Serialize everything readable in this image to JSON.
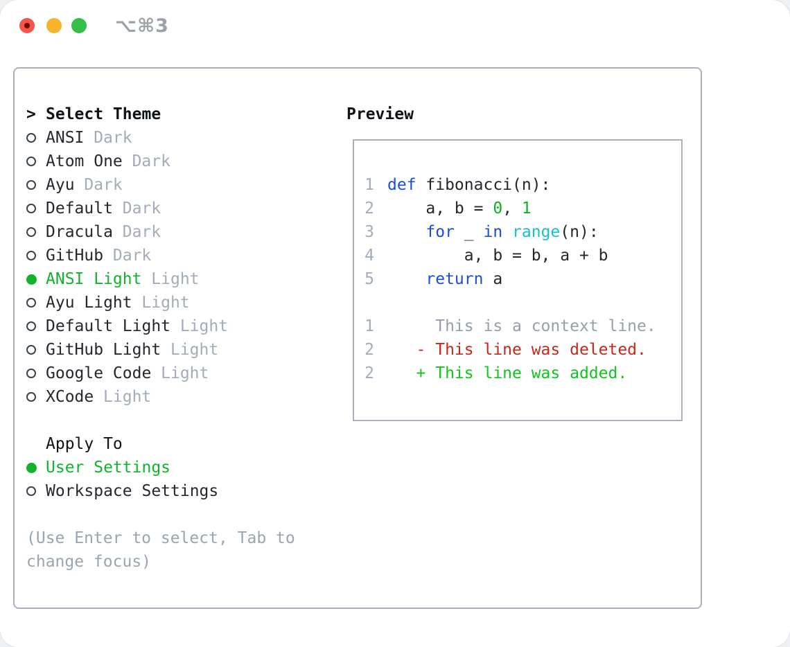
{
  "titlebar": {
    "shortcut": "⌥⌘3"
  },
  "theme_panel": {
    "prompt": ">",
    "title": "Select Theme",
    "themes": [
      {
        "name": "ANSI",
        "tag": "Dark",
        "selected": false
      },
      {
        "name": "Atom One",
        "tag": "Dark",
        "selected": false
      },
      {
        "name": "Ayu",
        "tag": "Dark",
        "selected": false
      },
      {
        "name": "Default",
        "tag": "Dark",
        "selected": false
      },
      {
        "name": "Dracula",
        "tag": "Dark",
        "selected": false
      },
      {
        "name": "GitHub",
        "tag": "Dark",
        "selected": false
      },
      {
        "name": "ANSI Light",
        "tag": "Light",
        "selected": true
      },
      {
        "name": "Ayu Light",
        "tag": "Light",
        "selected": false
      },
      {
        "name": "Default Light",
        "tag": "Light",
        "selected": false
      },
      {
        "name": "GitHub Light",
        "tag": "Light",
        "selected": false
      },
      {
        "name": "Google Code",
        "tag": "Light",
        "selected": false
      },
      {
        "name": "XCode",
        "tag": "Light",
        "selected": false
      }
    ],
    "apply_to": {
      "title": "Apply To",
      "options": [
        {
          "label": "User Settings",
          "selected": true
        },
        {
          "label": "Workspace Settings",
          "selected": false
        }
      ]
    },
    "hint": "(Use Enter to select, Tab to change focus)"
  },
  "preview": {
    "title": "Preview",
    "code_lines": [
      {
        "number": "1",
        "tokens": [
          {
            "text": "def",
            "type": "keyword"
          },
          {
            "text": " fibonacci(n):",
            "type": "plain"
          }
        ]
      },
      {
        "number": "2",
        "tokens": [
          {
            "text": "    a, b = ",
            "type": "plain"
          },
          {
            "text": "0",
            "type": "number"
          },
          {
            "text": ", ",
            "type": "plain"
          },
          {
            "text": "1",
            "type": "number"
          }
        ]
      },
      {
        "number": "3",
        "tokens": [
          {
            "text": "    ",
            "type": "plain"
          },
          {
            "text": "for",
            "type": "keyword"
          },
          {
            "text": " _ ",
            "type": "plain"
          },
          {
            "text": "in",
            "type": "keyword"
          },
          {
            "text": " ",
            "type": "plain"
          },
          {
            "text": "range",
            "type": "function"
          },
          {
            "text": "(n):",
            "type": "plain"
          }
        ]
      },
      {
        "number": "4",
        "tokens": [
          {
            "text": "        a, b = b, a + b",
            "type": "plain"
          }
        ]
      },
      {
        "number": "5",
        "tokens": [
          {
            "text": "    ",
            "type": "plain"
          },
          {
            "text": "return",
            "type": "keyword"
          },
          {
            "text": " a",
            "type": "plain"
          }
        ]
      }
    ],
    "diff_lines": [
      {
        "number": "1",
        "text": "     This is a context line.",
        "type": "context"
      },
      {
        "number": "2",
        "text": "   - This line was deleted.",
        "type": "deleted"
      },
      {
        "number": "2",
        "text": "   + This line was added.",
        "type": "added"
      }
    ]
  },
  "colors": {
    "accent_green": "#10b42c",
    "keyword_blue": "#1a4ed8",
    "function_cyan": "#16c0d1",
    "number_green": "#0ab41c",
    "added_green": "#0ec718",
    "deleted_red": "#c9261a",
    "muted_gray": "#a2acba",
    "border_gray": "#a8b1bc",
    "traffic_red": "#f4564c",
    "traffic_yellow": "#f6b42d",
    "traffic_green": "#34bf49"
  }
}
